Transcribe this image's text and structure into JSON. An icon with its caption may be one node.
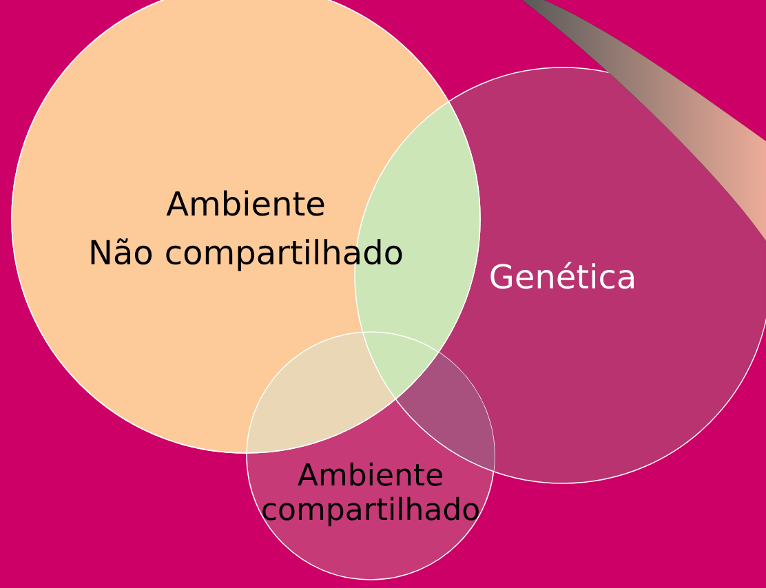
{
  "diagram": {
    "nodes": [
      {
        "text": [
          "Ambiente",
          "Não compartilhado"
        ]
      },
      {
        "text": [
          "Genética"
        ]
      },
      {
        "text": [
          "Ambiente compartilhado"
        ]
      }
    ]
  }
}
